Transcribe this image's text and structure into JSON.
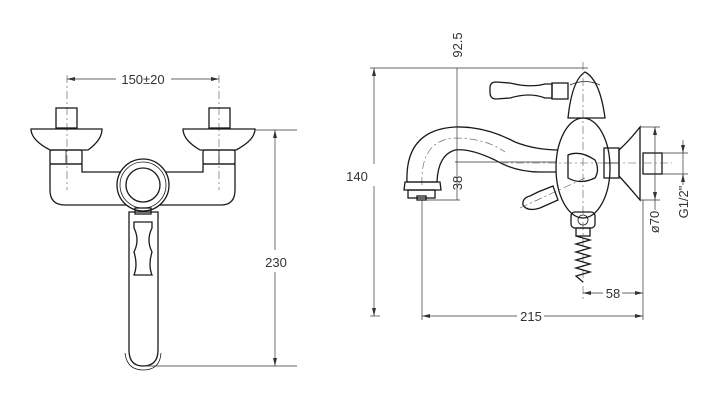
{
  "front_view": {
    "dim_centers": "150±20",
    "dim_height": "230"
  },
  "side_view": {
    "dim_total_height": "140",
    "dim_top": "92.5",
    "dim_spout": "38",
    "dim_flange_diameter": "ø70",
    "dim_thread": "G1/2\"",
    "dim_wall_offset": "58",
    "dim_depth": "215"
  }
}
